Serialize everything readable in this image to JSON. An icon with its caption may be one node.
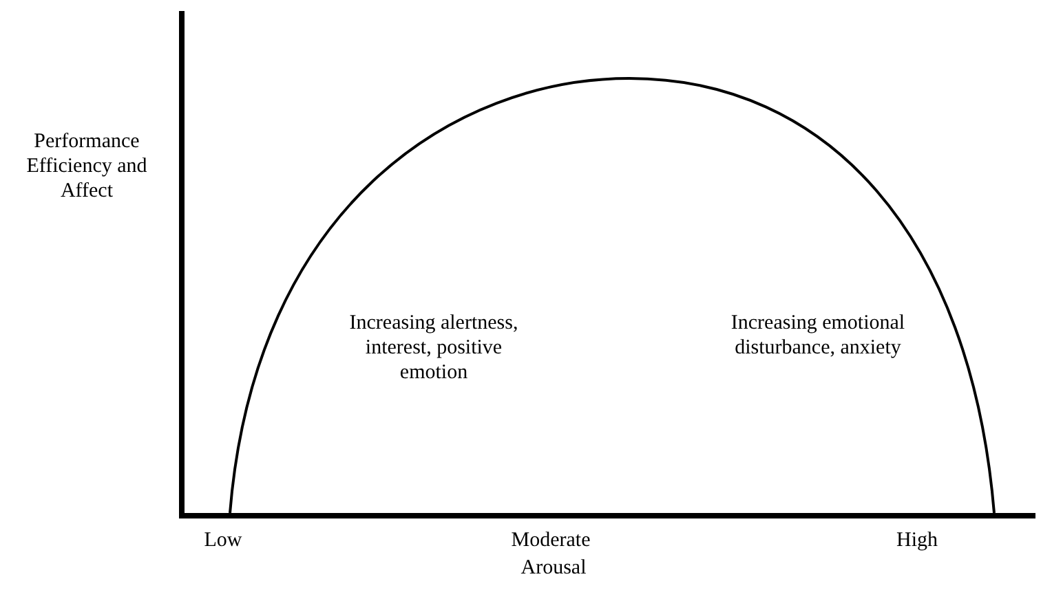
{
  "diagram": {
    "labels": [
      "Performance Efficiency and Affect",
      "Increasing alertness, interest, positive emotion",
      "Increasing emotional disturbance, anxiety",
      "Low",
      "Moderate",
      "High",
      "Arousal"
    ]
  }
}
